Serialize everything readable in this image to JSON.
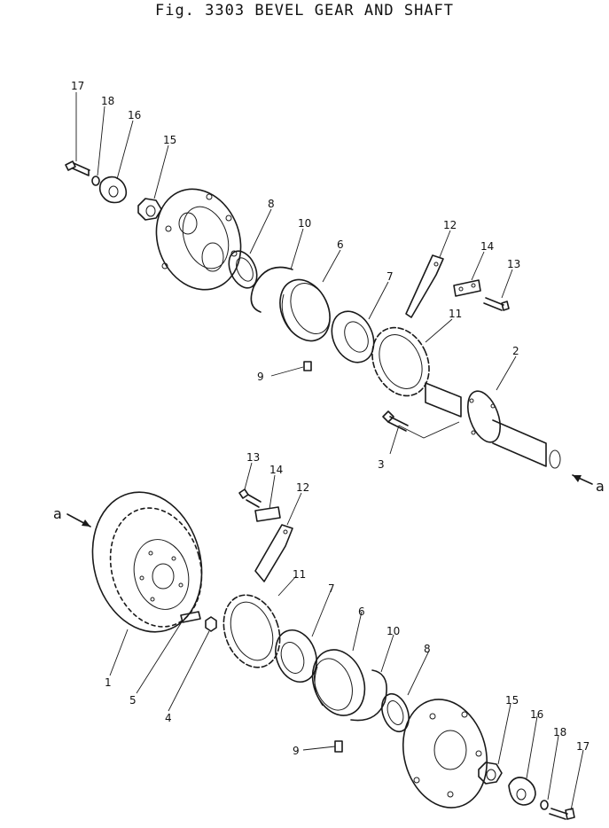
{
  "title": "Fig. 3303 BEVEL GEAR AND SHAFT",
  "view_marker": "a",
  "upper_assembly": {
    "labels": [
      "17",
      "18",
      "16",
      "15",
      "8",
      "10",
      "6",
      "12",
      "14",
      "13",
      "7",
      "11",
      "2",
      "9",
      "3"
    ]
  },
  "lower_assembly": {
    "labels": [
      "13",
      "14",
      "12",
      "11",
      "7",
      "6",
      "10",
      "8",
      "15",
      "16",
      "18",
      "17",
      "1",
      "5",
      "4",
      "9"
    ]
  }
}
